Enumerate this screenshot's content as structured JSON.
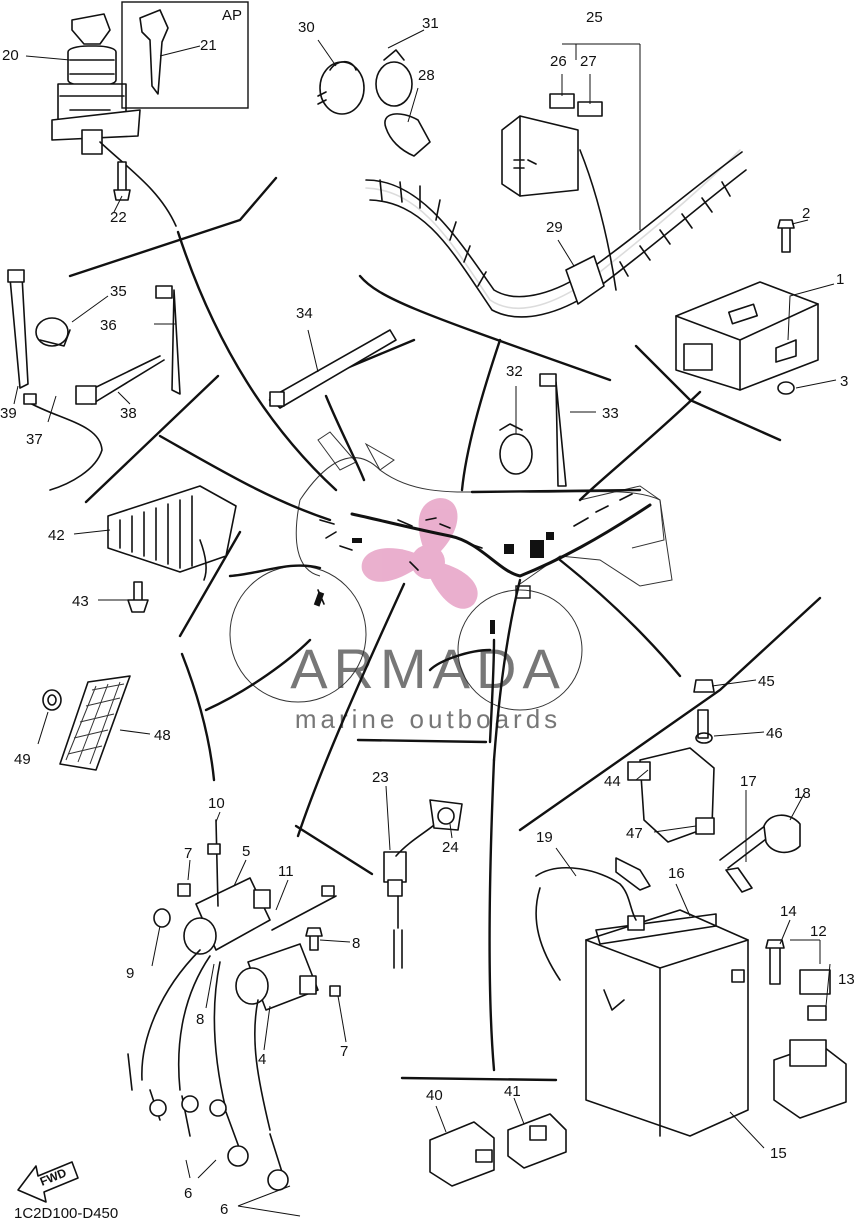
{
  "diagram": {
    "inset_label": "AP",
    "footer_code": "1C2D100-D450",
    "fwd_label": "FWD",
    "watermark": {
      "title": "ARMADA",
      "subtitle": "marine outboards",
      "logo_color": "#e8a7c9",
      "text_color": "#777777"
    },
    "ink_color": "#111111",
    "callouts": {
      "c1": "1",
      "c2": "2",
      "c3": "3",
      "c4": "4",
      "c5": "5",
      "c6a": "6",
      "c6b": "6",
      "c7a": "7",
      "c7b": "7",
      "c8a": "8",
      "c8b": "8",
      "c9": "9",
      "c10": "10",
      "c11": "11",
      "c12": "12",
      "c13": "13",
      "c14": "14",
      "c15": "15",
      "c16": "16",
      "c17": "17",
      "c18": "18",
      "c19": "19",
      "c20": "20",
      "c21": "21",
      "c22": "22",
      "c23": "23",
      "c24": "24",
      "c25": "25",
      "c26": "26",
      "c27": "27",
      "c28": "28",
      "c29": "29",
      "c30": "30",
      "c31": "31",
      "c32": "32",
      "c33": "33",
      "c34": "34",
      "c35": "35",
      "c36": "36",
      "c37": "37",
      "c38": "38",
      "c39": "39",
      "c40": "40",
      "c41": "41",
      "c42": "42",
      "c43": "43",
      "c44": "44",
      "c45": "45",
      "c46": "46",
      "c47": "47",
      "c48": "48",
      "c49": "49"
    }
  }
}
